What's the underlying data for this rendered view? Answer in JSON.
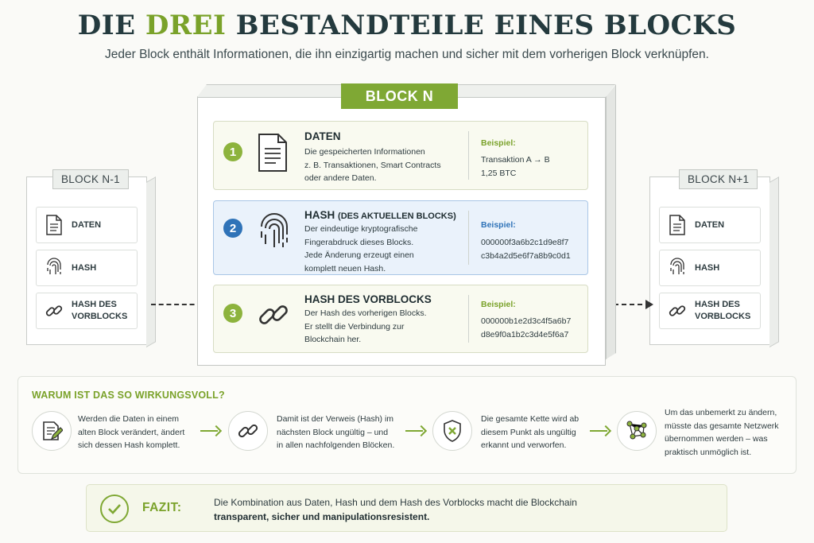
{
  "header": {
    "title_part1": "DIE",
    "title_accent": "DREI",
    "title_part2": "BESTANDTEILE EINES BLOCKS",
    "subtitle": "Jeder Block enthält Informationen, die ihn einzigartig machen und sicher mit dem vorherigen Block verknüpfen."
  },
  "left_block": {
    "label": "BLOCK N-1",
    "items": [
      {
        "label": "DATEN",
        "icon": "document-icon"
      },
      {
        "label": "HASH",
        "icon": "fingerprint-icon"
      },
      {
        "label_line1": "HASH DES",
        "label_line2": "VORBLOCKS",
        "icon": "chain-link-icon"
      }
    ]
  },
  "right_block": {
    "label": "BLOCK N+1",
    "items": [
      {
        "label": "DATEN",
        "icon": "document-icon"
      },
      {
        "label": "HASH",
        "icon": "fingerprint-icon"
      },
      {
        "label_line1": "HASH DES",
        "label_line2": "VORBLOCKS",
        "icon": "chain-link-icon"
      }
    ]
  },
  "main_block": {
    "label": "BLOCK N",
    "rows": [
      {
        "number": "1",
        "title": "DATEN",
        "desc": [
          "Die gespeicherten Informationen",
          "z. B. Transaktionen, Smart Contracts",
          "oder andere Daten."
        ],
        "example_label": "Beispiel:",
        "example": [
          "Transaktion A → B",
          "1,25 BTC"
        ],
        "icon": "document-icon"
      },
      {
        "number": "2",
        "title": "HASH",
        "title_suffix": "(DES AKTUELLEN BLOCKS)",
        "desc": [
          "Der eindeutige kryptografische",
          "Fingerabdruck dieses Blocks.",
          "Jede Änderung erzeugt einen",
          "komplett neuen Hash."
        ],
        "example_label": "Beispiel:",
        "example": [
          "000000f3a6b2c1d9e8f7",
          "c3b4a2d5e6f7a8b9c0d1"
        ],
        "icon": "fingerprint-icon"
      },
      {
        "number": "3",
        "title": "HASH DES VORBLOCKS",
        "desc": [
          "Der Hash des vorherigen Blocks.",
          "Er stellt die Verbindung zur",
          "Blockchain her."
        ],
        "example_label": "Beispiel:",
        "example": [
          "000000b1e2d3c4f5a6b7",
          "d8e9f0a1b2c3d4e5f6a7"
        ],
        "icon": "chain-link-icon"
      }
    ]
  },
  "why": {
    "title": "WARUM IST DAS SO WIRKUNGSVOLL?",
    "steps": [
      {
        "icon": "edit-document-icon",
        "lines": [
          "Werden die Daten in einem",
          "alten Block verändert, ändert",
          "sich dessen Hash komplett."
        ]
      },
      {
        "icon": "chain-link-icon",
        "lines": [
          "Damit ist der Verweis (Hash) im",
          "nächsten Block ungültig – und",
          "in allen nachfolgenden Blöcken."
        ]
      },
      {
        "icon": "shield-x-icon",
        "lines": [
          "Die gesamte Kette wird ab",
          "diesem Punkt als ungültig",
          "erkannt und verworfen."
        ]
      },
      {
        "icon": "network-icon",
        "lines": [
          "Um das unbemerkt zu ändern,",
          "müsste das gesamte Netzwerk",
          "übernommen werden – was",
          "praktisch unmöglich ist."
        ]
      }
    ]
  },
  "fazit": {
    "label": "FAZIT:",
    "line1": "Die Kombination aus Daten, Hash und dem Hash des Vorblocks macht die Blockchain",
    "line2": "transparent, sicher und manipulationsresistent."
  },
  "colors": {
    "accent_green": "#7fa834",
    "accent_blue": "#2f73b8",
    "title_dark": "#243a3e"
  }
}
